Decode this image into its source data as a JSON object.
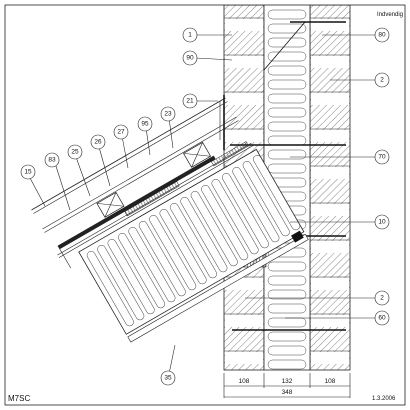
{
  "drawing": {
    "side_label": "Indvendig",
    "code": "M7SC",
    "date": "1.3.2006"
  },
  "dimensions": {
    "segments": [
      "108",
      "132",
      "108"
    ],
    "total": "348"
  },
  "callouts": [
    {
      "id": "c1",
      "text": "1"
    },
    {
      "id": "c90",
      "text": "90"
    },
    {
      "id": "c21",
      "text": "21"
    },
    {
      "id": "c80",
      "text": "80"
    },
    {
      "id": "c2a",
      "text": "2"
    },
    {
      "id": "c70",
      "text": "70"
    },
    {
      "id": "c10",
      "text": "10"
    },
    {
      "id": "c2b",
      "text": "2"
    },
    {
      "id": "c60",
      "text": "60"
    },
    {
      "id": "c15",
      "text": "15"
    },
    {
      "id": "c83",
      "text": "83"
    },
    {
      "id": "c25",
      "text": "25"
    },
    {
      "id": "c26",
      "text": "26"
    },
    {
      "id": "c27",
      "text": "27"
    },
    {
      "id": "c95",
      "text": "95"
    },
    {
      "id": "c23",
      "text": "23"
    },
    {
      "id": "c35",
      "text": "35"
    }
  ]
}
